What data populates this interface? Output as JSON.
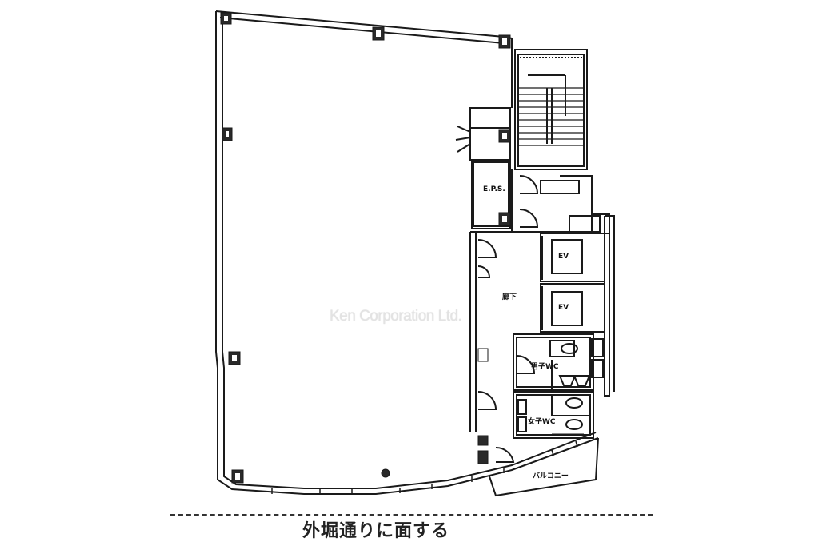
{
  "floorplan": {
    "watermark": "Ken Corporation Ltd.",
    "street_caption": "外堀通りに面する",
    "rooms": {
      "eps": "E.P.S.",
      "elevator_1": "EV",
      "elevator_2": "EV",
      "corridor": "廊下",
      "mens_wc": "男子WC",
      "womens_wc": "女子WC",
      "balcony": "バルコニー"
    },
    "colors": {
      "line": "#1a1a1a",
      "column_fill": "#2a2a2a",
      "background": "#ffffff",
      "watermark": "#e3e3e3"
    }
  }
}
